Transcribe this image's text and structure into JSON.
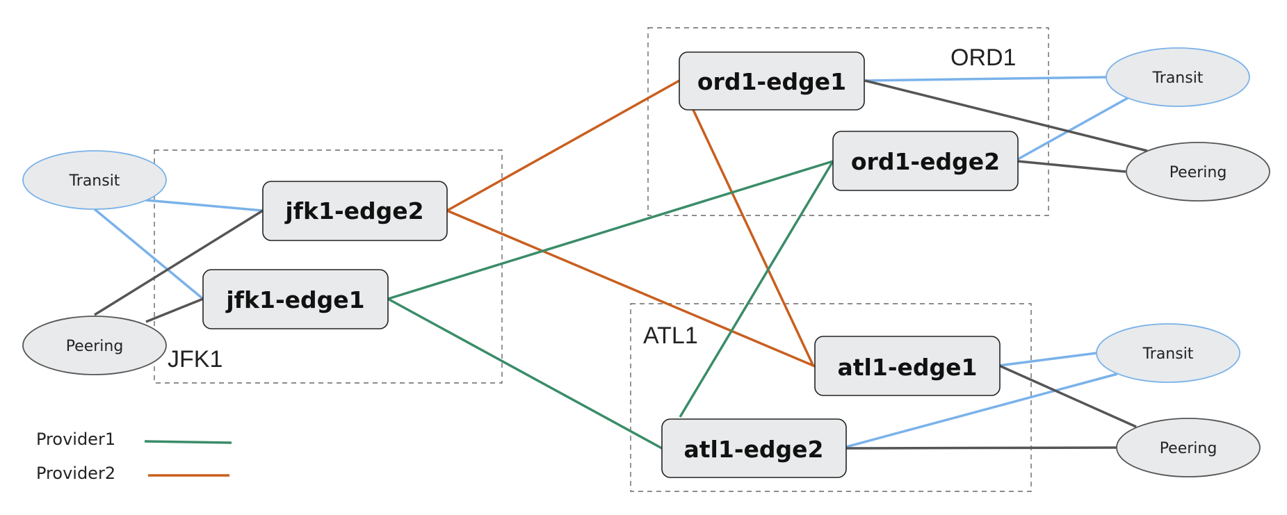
{
  "colors": {
    "provider1": "#3a8c68",
    "provider2": "#c95f1f",
    "transit": "#7ab2ea",
    "peering": "#555555",
    "node_fill": "#e8eaeb"
  },
  "sites": {
    "jfk1": "JFK1",
    "ord1": "ORD1",
    "atl1": "ATL1"
  },
  "routers": {
    "jfk1_edge1": "jfk1-edge1",
    "jfk1_edge2": "jfk1-edge2",
    "ord1_edge1": "ord1-edge1",
    "ord1_edge2": "ord1-edge2",
    "atl1_edge1": "atl1-edge1",
    "atl1_edge2": "atl1-edge2"
  },
  "peers": {
    "jfk_transit": "Transit",
    "jfk_peering": "Peering",
    "ord_transit": "Transit",
    "ord_peering": "Peering",
    "atl_transit": "Transit",
    "atl_peering": "Peering"
  },
  "legend": {
    "provider1": "Provider1",
    "provider2": "Provider2"
  }
}
